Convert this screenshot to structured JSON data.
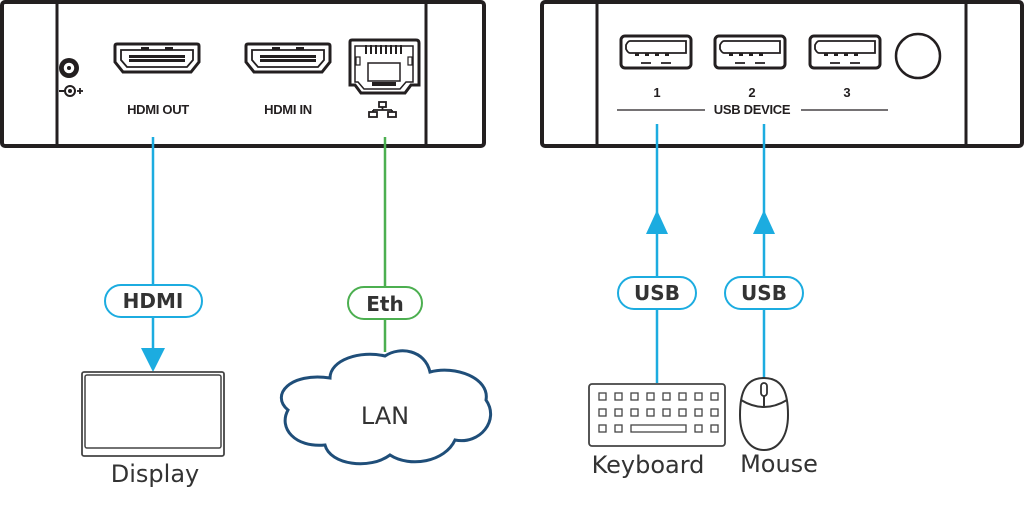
{
  "colors": {
    "hdmi_cable": "#1cace0",
    "usb_cable": "#1cace0",
    "eth_cable": "#4caf50",
    "lan_cloud": "#1f4e79",
    "outline": "#231f20",
    "text": "#333333"
  },
  "left_device": {
    "power_symbol": "-◎+",
    "ports": [
      {
        "label": "HDMI OUT",
        "icon": "hdmi-port-icon"
      },
      {
        "label": "HDMI IN",
        "icon": "hdmi-port-icon"
      },
      {
        "label": "",
        "icon": "rj45-port-icon",
        "symbol": "network-icon"
      }
    ]
  },
  "right_device": {
    "ports": [
      {
        "number": "1",
        "icon": "usb-port-icon"
      },
      {
        "number": "2",
        "icon": "usb-port-icon"
      },
      {
        "number": "3",
        "icon": "usb-port-icon"
      }
    ],
    "group_label": "USB DEVICE",
    "button_icon": "round-button-icon"
  },
  "connections": [
    {
      "from": "HDMI OUT",
      "to": "Display",
      "cable_label": "HDMI",
      "direction": "down"
    },
    {
      "from": "Ethernet",
      "to": "LAN",
      "cable_label": "Eth",
      "direction": "none"
    },
    {
      "from": "Keyboard",
      "to": "USB 1",
      "cable_label": "USB",
      "direction": "up"
    },
    {
      "from": "Mouse",
      "to": "USB 2",
      "cable_label": "USB",
      "direction": "up"
    }
  ],
  "endpoints": {
    "display": "Display",
    "lan": "LAN",
    "keyboard": "Keyboard",
    "mouse": "Mouse"
  }
}
